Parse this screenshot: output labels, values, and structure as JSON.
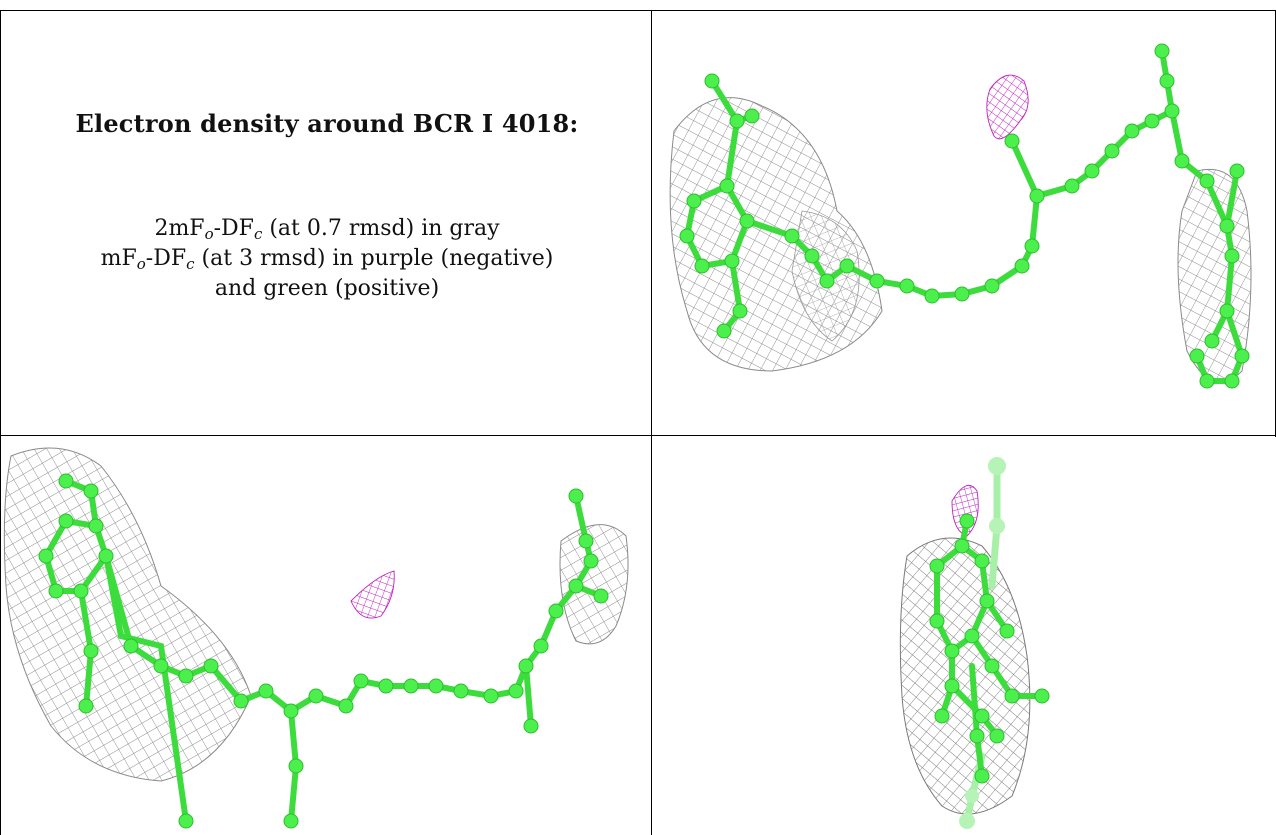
{
  "caption": {
    "title": "Electron density around BCR I 4018:",
    "line1": {
      "a": "2mF",
      "a_sub": "o",
      "b": "-DF",
      "b_sub": "c",
      "rest": " (at 0.7 rmsd) in gray"
    },
    "line2": {
      "a": "mF",
      "a_sub": "o",
      "b": "-DF",
      "b_sub": "c",
      "rest": " (at 3 rmsd) in purple (negative)"
    },
    "line3": "and green (positive)"
  },
  "colors": {
    "model": "#4cf04c",
    "model_dark": "#22c022",
    "mesh_gray": "#8a8a8a",
    "mesh_purple": "#c020c0",
    "grid_line": "#000000"
  },
  "panels": [
    {
      "name": "view-top-right",
      "description_icon": "molecule-density-view"
    },
    {
      "name": "view-bottom-left",
      "description_icon": "molecule-density-view"
    },
    {
      "name": "view-bottom-right",
      "description_icon": "molecule-density-view"
    }
  ]
}
